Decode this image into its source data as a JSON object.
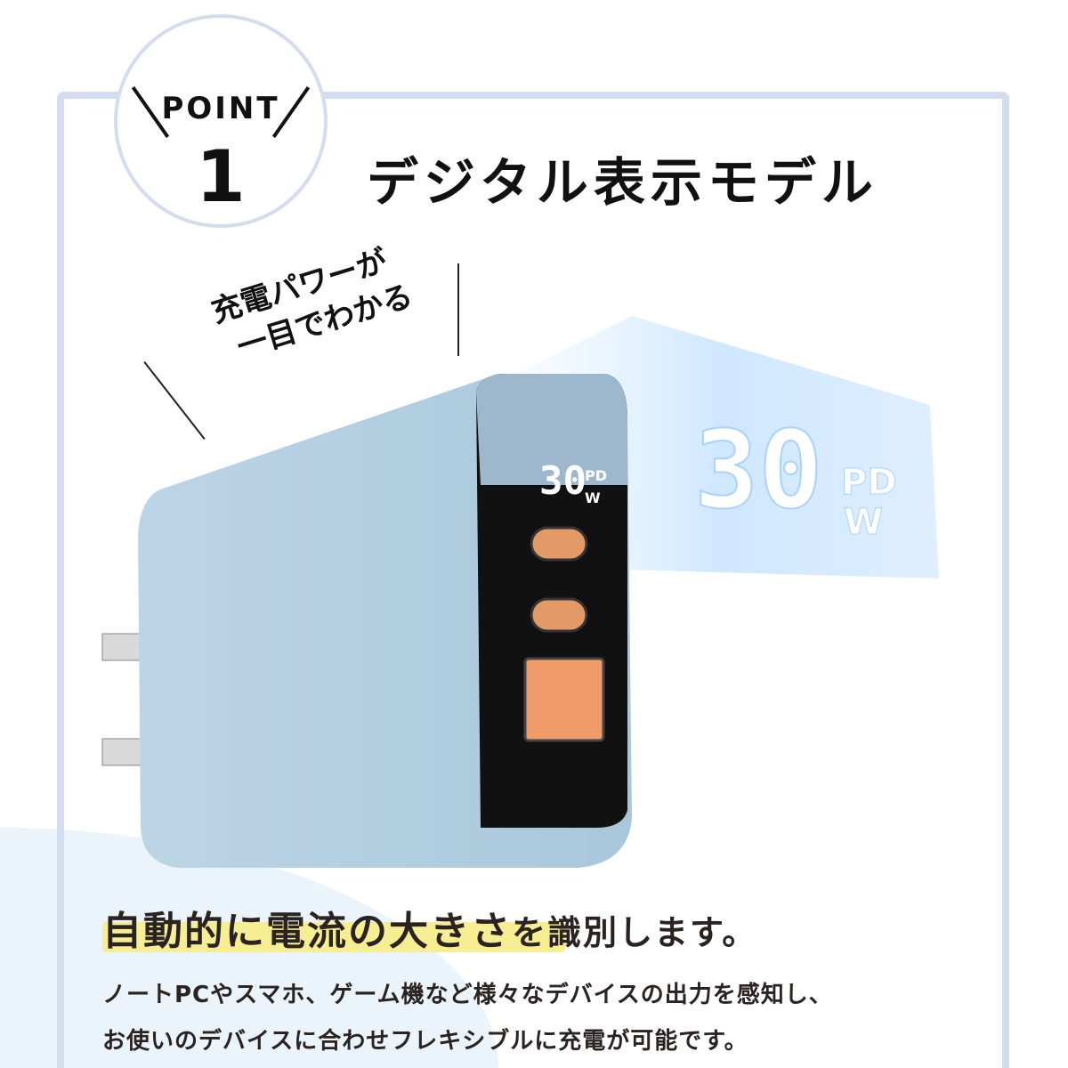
{
  "badge": {
    "label": "POINT",
    "number": "1"
  },
  "title": "デジタル表示モデル",
  "callout": {
    "line1": "充電パワーが",
    "line2": "一目でわかる"
  },
  "display": {
    "value": "30",
    "unit_top": "PD",
    "unit_bottom": "W"
  },
  "headline": {
    "highlighted": "自動的に電流の大きさ",
    "rest": "を識別します。"
  },
  "body": {
    "line1": "ノートPCやスマホ、ゲーム機など様々なデバイスの出力を感知し、",
    "line2": "お使いのデバイスに合わせフレキシブルに充電が可能です。"
  },
  "colors": {
    "frame": "#d3ddef",
    "highlight": "#f7ee94",
    "charger": "#b9d2e3",
    "display_glow": "#cfe8ff"
  }
}
